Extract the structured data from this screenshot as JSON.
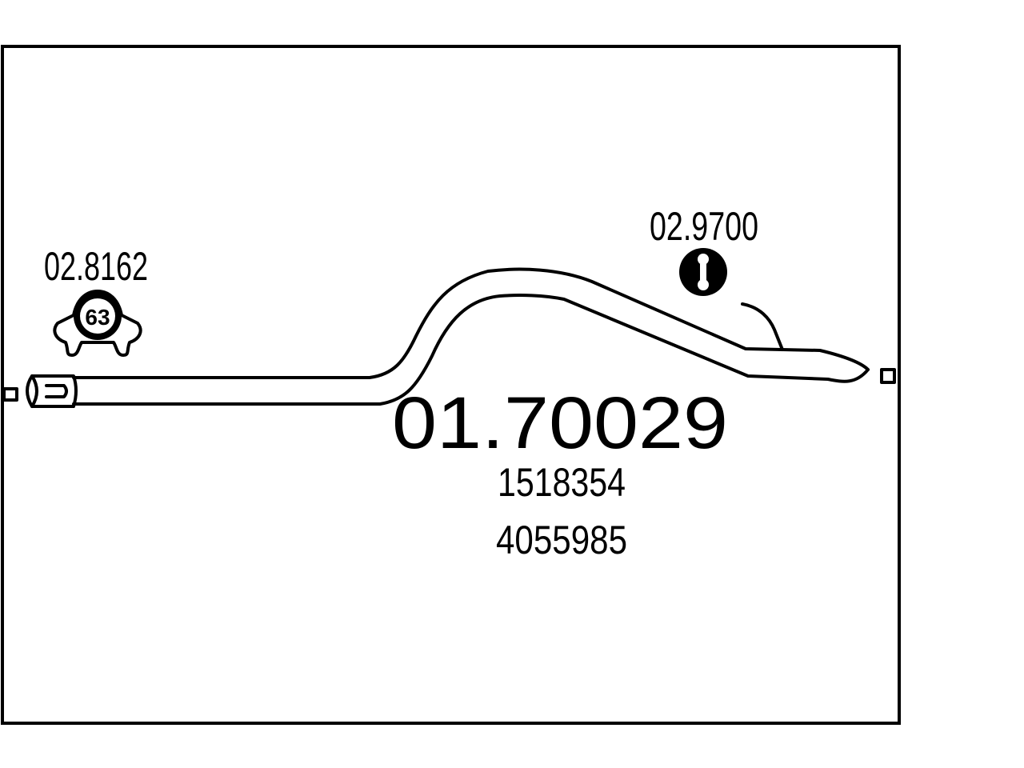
{
  "main_part": {
    "part_number": "01.70029",
    "oe_references": [
      "1518354",
      "4055985"
    ]
  },
  "accessories": {
    "clamp": {
      "code": "02.8162",
      "size": "63",
      "icon": "pipe-clamp-icon"
    },
    "rubber_mount": {
      "code": "02.9700",
      "icon": "rubber-hanger-icon"
    }
  },
  "colors": {
    "line": "#000000",
    "background": "#ffffff"
  }
}
